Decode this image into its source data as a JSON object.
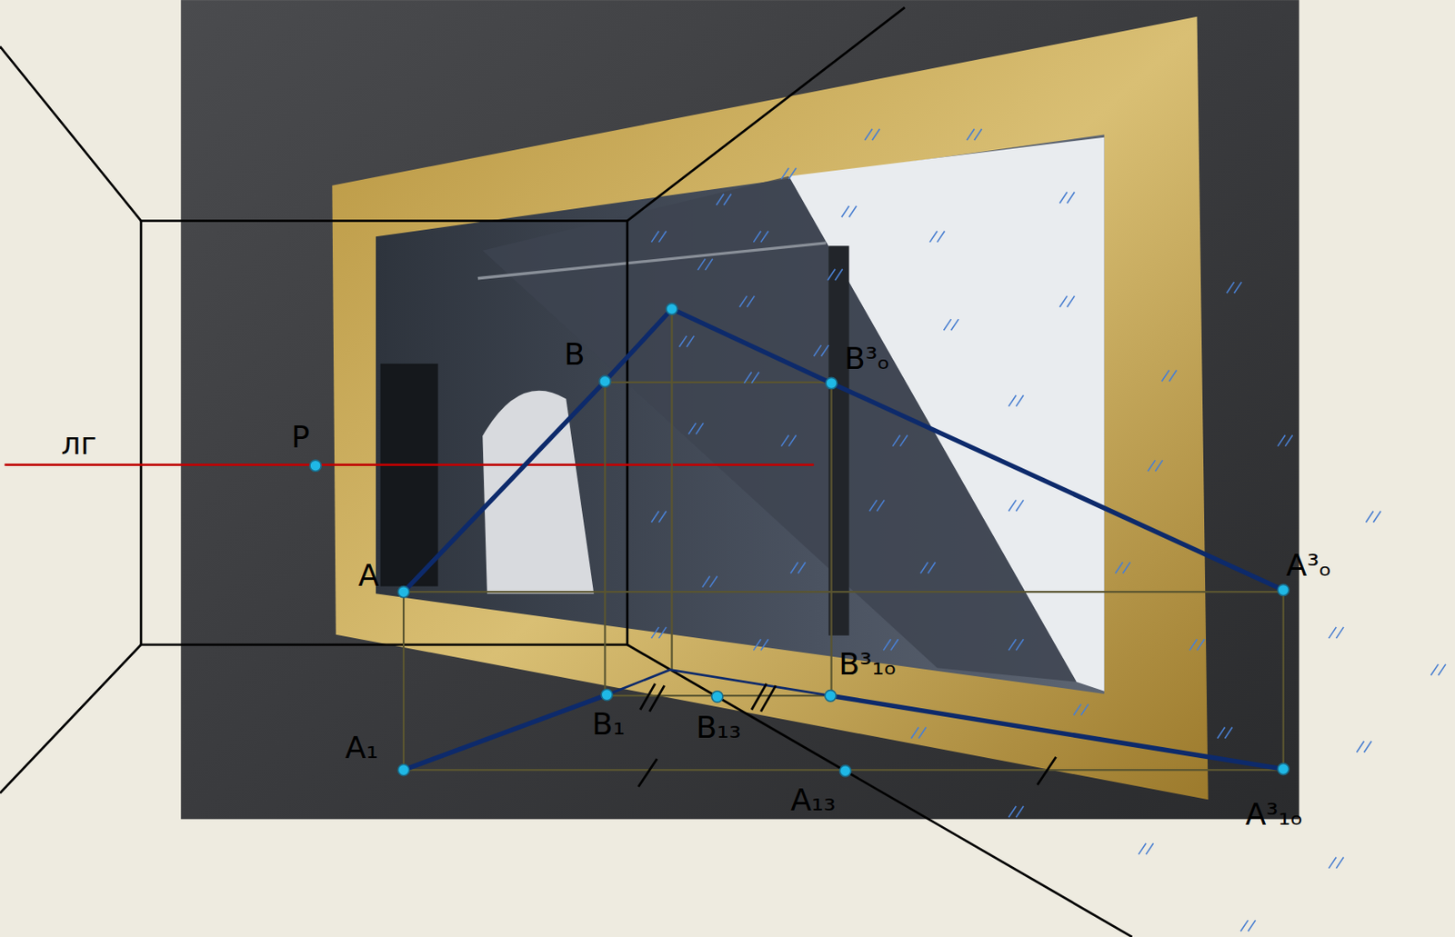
{
  "diagram": {
    "labels": [
      "лг",
      "P",
      "B",
      "B³ₒ",
      "A",
      "A³ₒ",
      "B³₁ₒ",
      "A₁",
      "B₁",
      "B₁₃",
      "A₁₃",
      "A³₁ₒ"
    ]
  }
}
